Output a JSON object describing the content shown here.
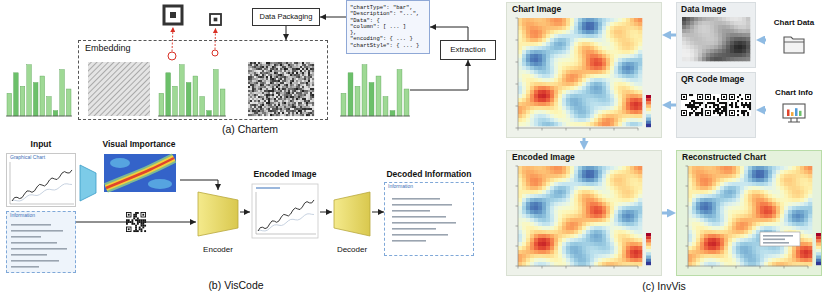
{
  "diagram": {
    "nodes": [
      {
        "text": [
          "Embedding"
        ]
      },
      {
        "text": [
          "Data Packaging"
        ]
      },
      {
        "text": [
          "\"chartType\": \"bar\",",
          "\"Description\": \"...\",",
          "\"Data\": {",
          "\"column\": [ ... ]",
          "},",
          "\"encoding\": { ... }",
          "\"chartStyle\": { ... }"
        ]
      },
      {
        "text": [
          "Extraction"
        ]
      },
      {
        "text": [
          "Input"
        ]
      },
      {
        "text": [
          "Graphical Chart"
        ],
        "in": 4
      },
      {
        "text": [
          "Information"
        ],
        "in": 4
      },
      {
        "text": [
          "Visual Importance"
        ]
      },
      {
        "text": [
          "Encoder"
        ]
      },
      {
        "text": [
          "Encoded Image"
        ]
      },
      {
        "text": [
          "Decoder"
        ]
      },
      {
        "text": [
          "Decoded Information",
          "Information"
        ]
      },
      {
        "text": [
          "Chart Image"
        ]
      },
      {
        "text": [
          "Data Image"
        ]
      },
      {
        "text": [
          "QR Code Image"
        ]
      },
      {
        "text": [
          "Chart Data"
        ]
      },
      {
        "text": [
          "Chart Info"
        ]
      },
      {
        "text": [
          "Encoded Image"
        ]
      },
      {
        "text": [
          "Reconstructed Chart"
        ]
      }
    ],
    "edges": [
      {
        "from": 2,
        "to": 1,
        "arrow": "to"
      },
      {
        "from": 1,
        "to": 0,
        "arrow": "to"
      },
      {
        "from": 3,
        "to": 2,
        "arrow": "to"
      },
      {
        "from": 7,
        "to": 8,
        "arrow": "to"
      },
      {
        "from": 6,
        "to": 8,
        "arrow": "to"
      },
      {
        "from": 8,
        "to": 9,
        "arrow": "to"
      },
      {
        "from": 9,
        "to": 10,
        "arrow": "to"
      },
      {
        "from": 10,
        "to": 11,
        "arrow": "to"
      },
      {
        "from": 15,
        "to": 13,
        "arrow": "to"
      },
      {
        "from": 16,
        "to": 14,
        "arrow": "to"
      },
      {
        "from": 13,
        "to": 12,
        "arrow": "to"
      },
      {
        "from": 14,
        "to": 12,
        "arrow": "to"
      },
      {
        "from": 12,
        "to": 17,
        "arrow": "to"
      },
      {
        "from": 17,
        "to": 18,
        "arrow": "to"
      }
    ],
    "labels": [
      "(a) Chartem",
      "(b) VisCode",
      "(c) InvVis"
    ]
  }
}
